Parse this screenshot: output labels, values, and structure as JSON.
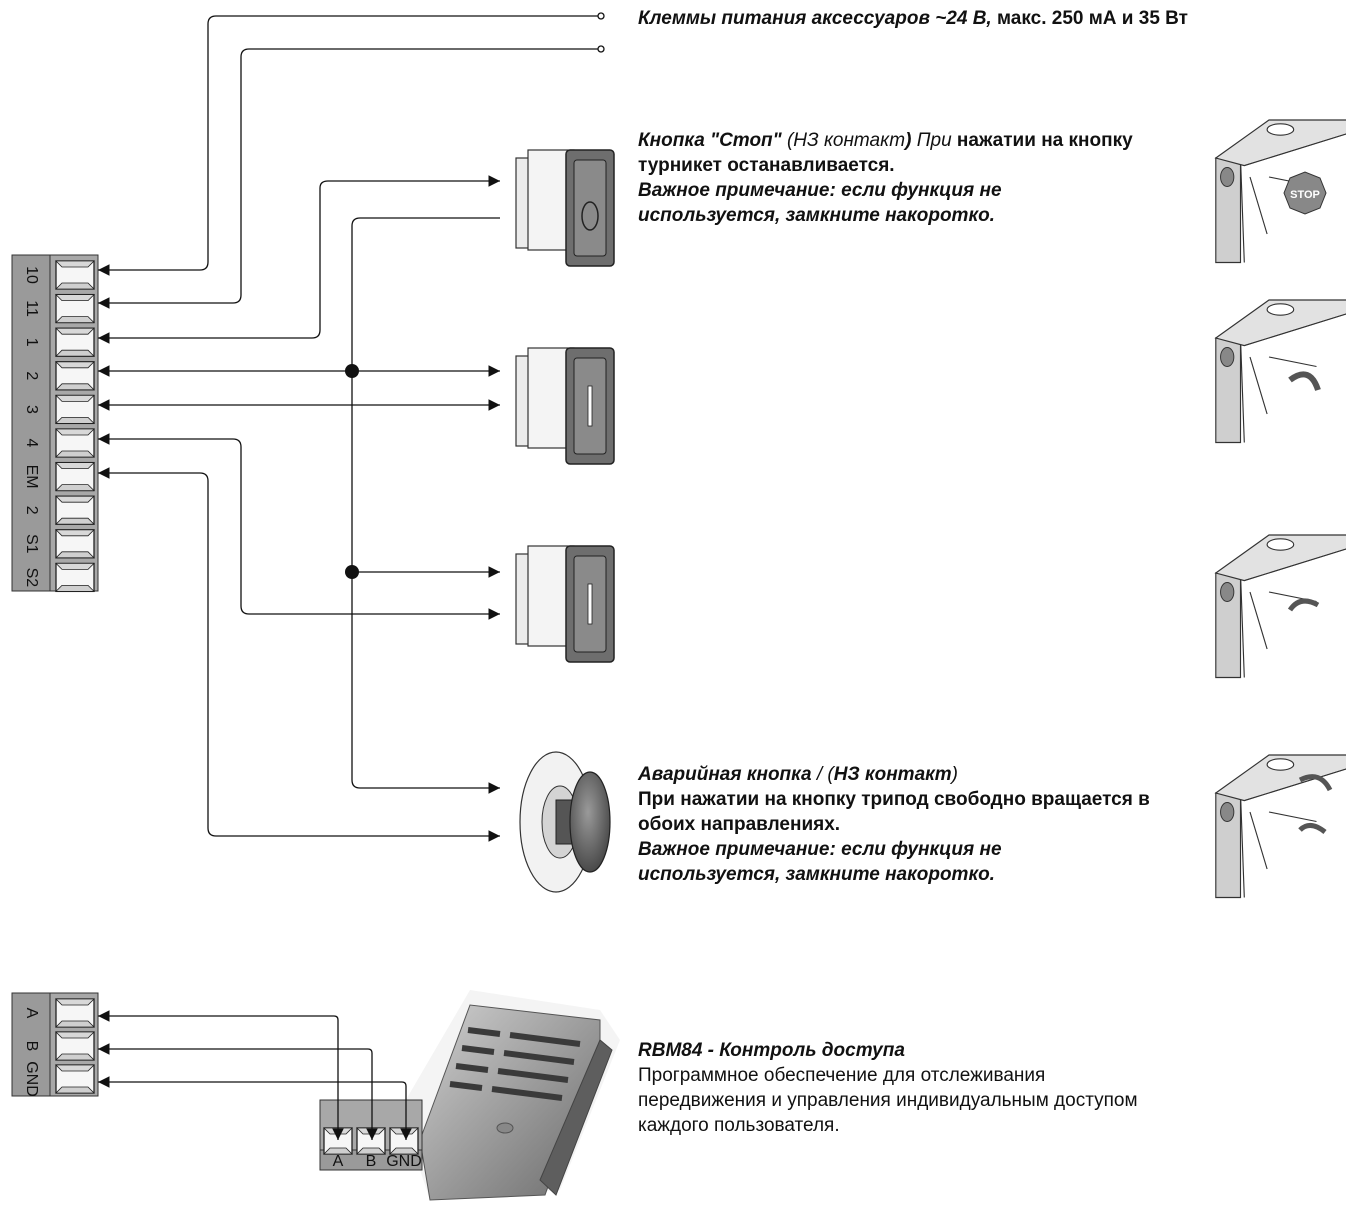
{
  "terminal_block_main": {
    "labels": [
      "10",
      "11",
      "1",
      "2",
      "3",
      "4",
      "EM",
      "2",
      "S1",
      "S2"
    ]
  },
  "terminal_block_rs485": {
    "labels": [
      "A",
      "B",
      "GND"
    ]
  },
  "module_terminals": {
    "labels": [
      "A",
      "B",
      "GND"
    ]
  },
  "stop_sign_text": "STOP",
  "accessory_power": {
    "title": "Клеммы питания аксессуаров ~24 В,",
    "text": " макс. 250 мА и 35 Вт"
  },
  "stop_button": {
    "title": "Кнопка \"Стоп\"",
    "contact": " (НЗ контакт",
    "paren_close": ")",
    "when": " При",
    "text": " нажатии на кнопку турникет останавливается.",
    "note": "Важное примечание: если функция не используется, замкните накоротко."
  },
  "emergency_button": {
    "title": "Аварийная кнопка",
    "contact_open": " / (",
    "contact": "НЗ контакт",
    "contact_close": ")",
    "text": "При нажатии на кнопку трипод свободно вращается в обоих направлениях.",
    "note": "Важное примечание: если функция не используется, замкните накоротко."
  },
  "rbm84": {
    "title": "RBM84 - Контроль доступа",
    "text": "Программное обеспечение для отслеживания передвижения и управления индивидуальным доступом каждого пользователя."
  },
  "colors": {
    "terminal_gray": "#9a9a9a",
    "wire": "#111111",
    "button_face": "#6e6e6e",
    "turnstile": "#bfbfbf"
  }
}
